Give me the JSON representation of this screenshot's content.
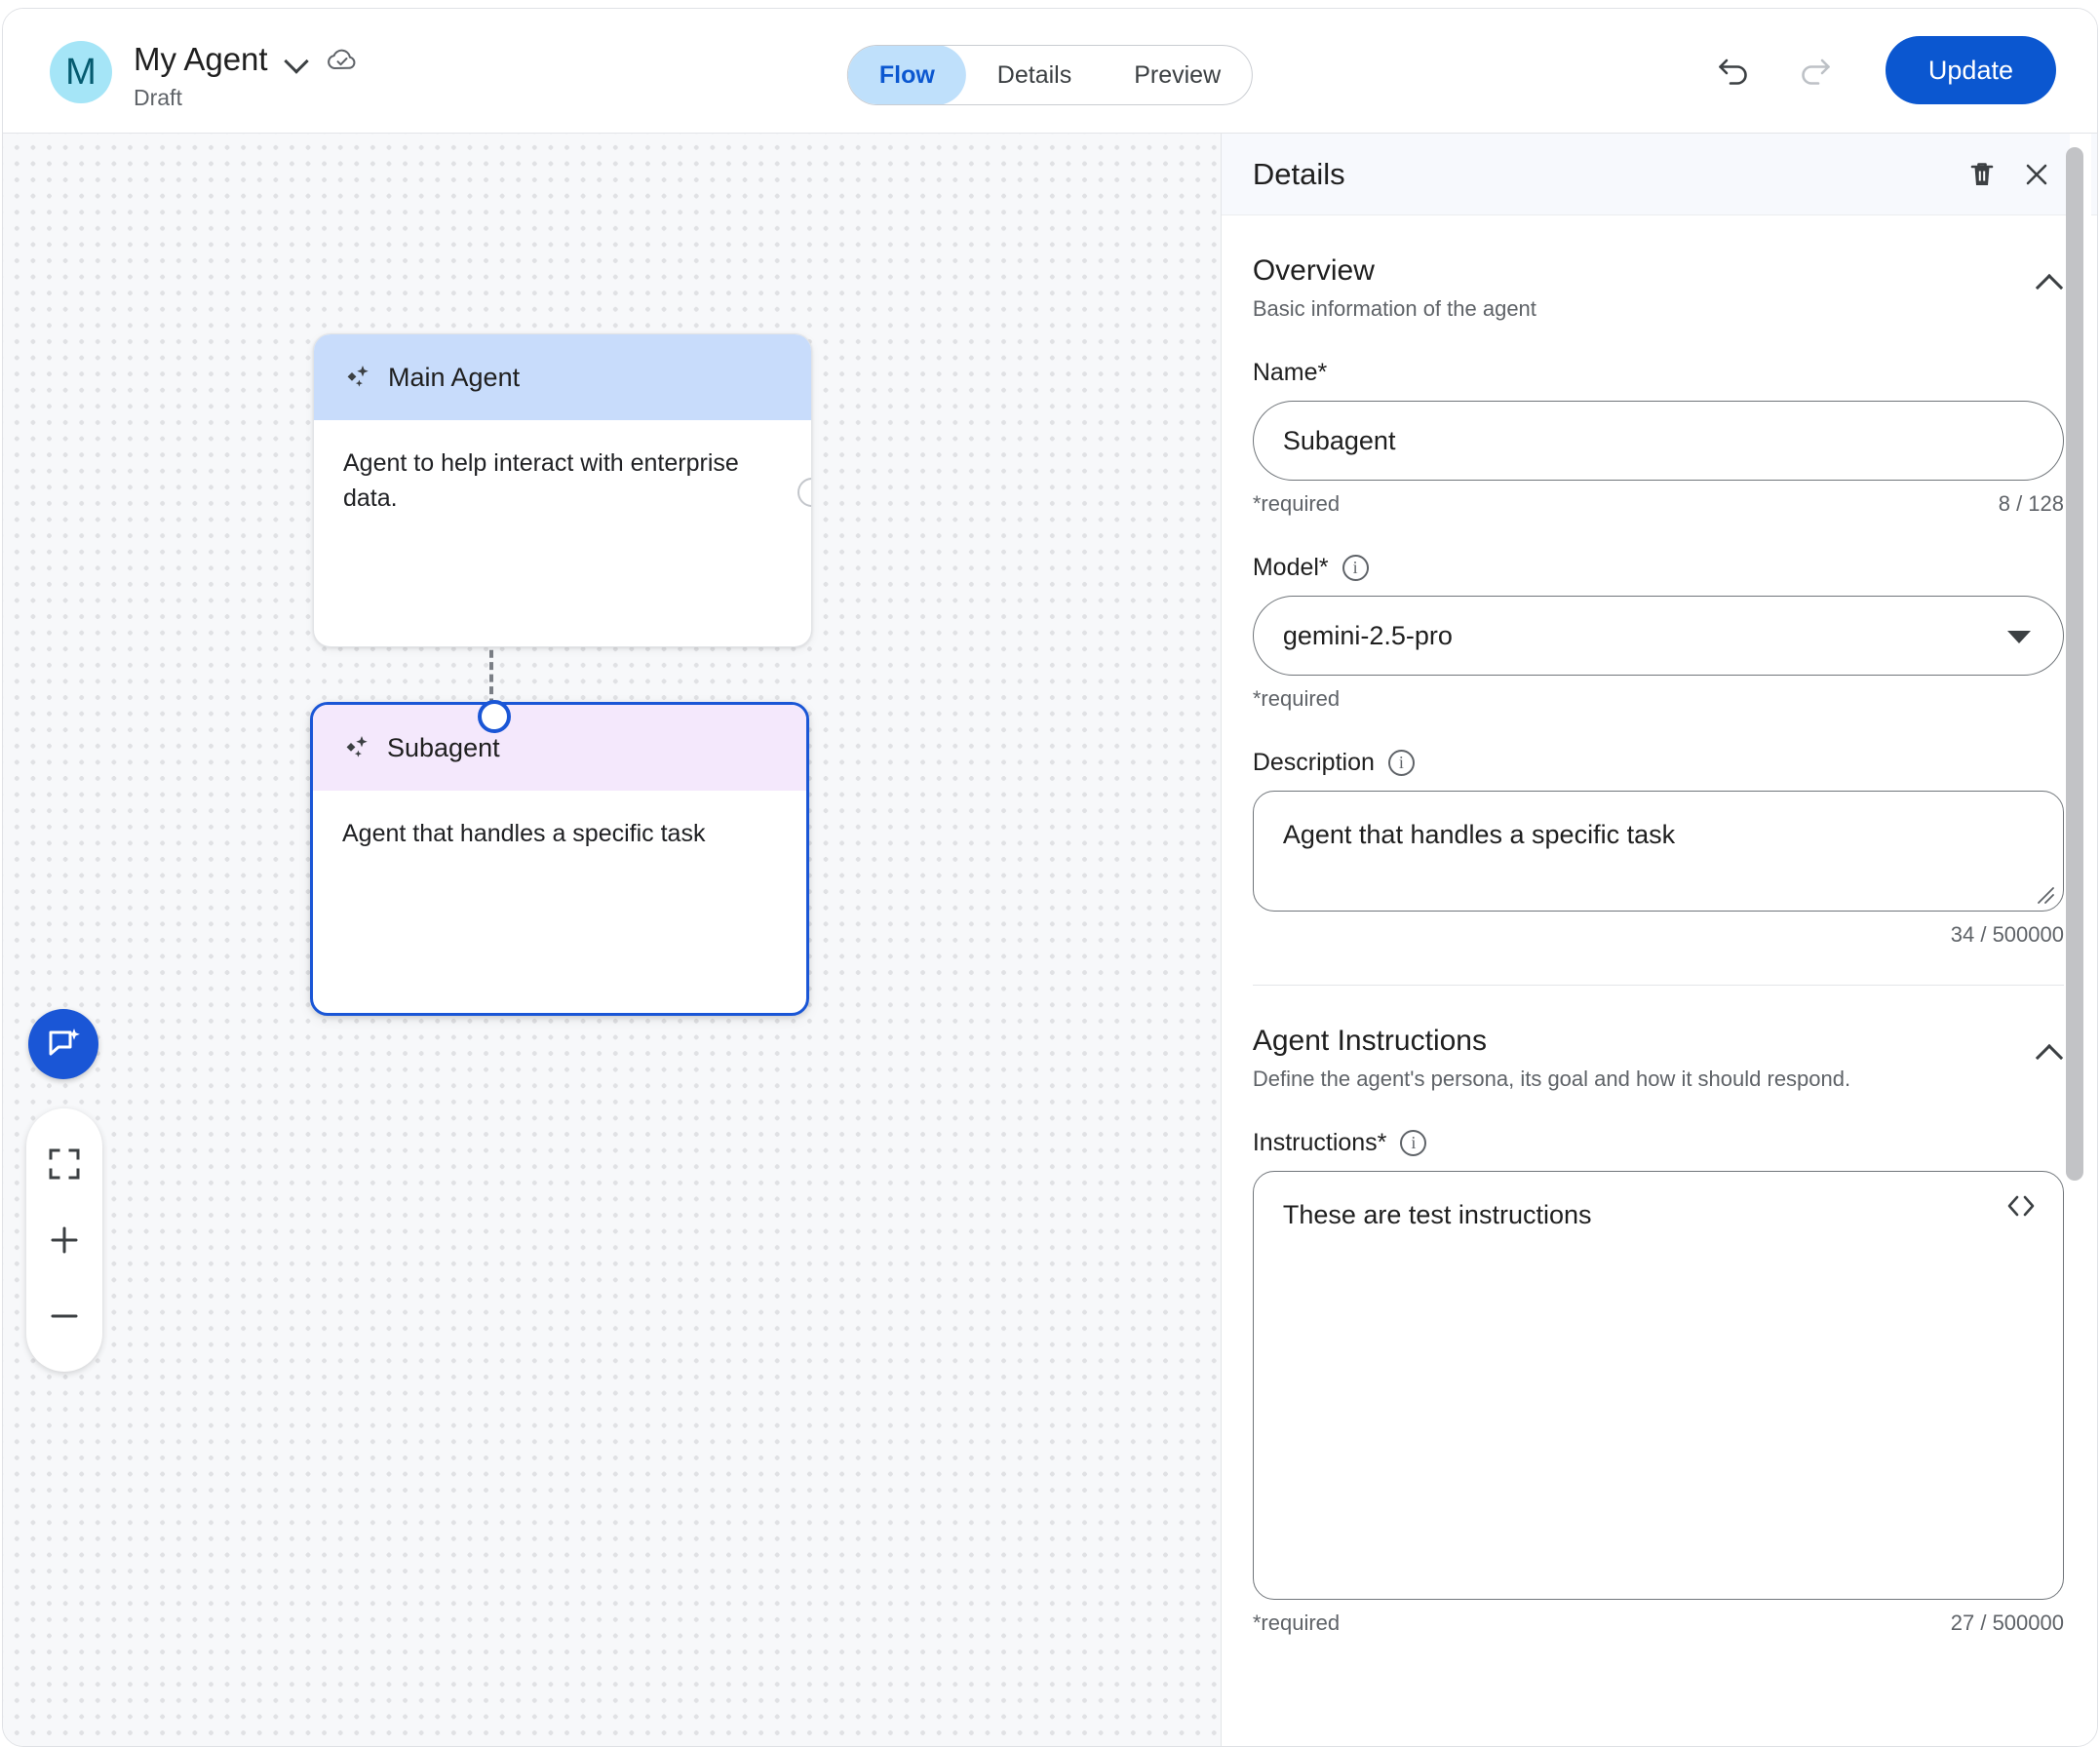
{
  "header": {
    "avatar_initial": "M",
    "agent_name": "My Agent",
    "status": "Draft",
    "dropdown_icon": "chevron-down-icon",
    "sync_icon": "cloud-check-icon",
    "tabs": [
      {
        "label": "Flow",
        "active": true
      },
      {
        "label": "Details",
        "active": false
      },
      {
        "label": "Preview",
        "active": false
      }
    ],
    "undo_icon": "undo-icon",
    "redo_icon": "redo-icon",
    "update_label": "Update"
  },
  "canvas": {
    "nodes": [
      {
        "title": "Main Agent",
        "description": "Agent to help interact with enterprise data.",
        "header_color": "#c8dcfb",
        "icon": "sparkle-icon",
        "selected": false
      },
      {
        "title": "Subagent",
        "description": "Agent that handles a specific task",
        "header_color": "#f4e8fc",
        "icon": "sparkle-icon",
        "selected": true
      }
    ],
    "controls": {
      "assistant_icon": "chat-sparkle-icon",
      "fit_icon": "fit-screen-icon",
      "zoom_in_icon": "plus-icon",
      "zoom_out_icon": "minus-icon"
    },
    "accent_color": "#1a56d6"
  },
  "details": {
    "title": "Details",
    "delete_icon": "trash-icon",
    "close_icon": "close-icon",
    "overview": {
      "title": "Overview",
      "subtitle": "Basic information of the agent",
      "collapse_icon": "chevron-up-icon",
      "name_label": "Name*",
      "name_value": "Subagent",
      "name_required": "*required",
      "name_counter": "8 / 128",
      "model_label": "Model*",
      "model_info_icon": "info-icon",
      "model_value": "gemini-2.5-pro",
      "model_required": "*required",
      "description_label": "Description",
      "description_info_icon": "info-icon",
      "description_value": "Agent that handles a specific task",
      "description_counter": "34 / 500000"
    },
    "instructions_section": {
      "title": "Agent Instructions",
      "subtitle": "Define the agent's persona, its goal and how it should respond.",
      "collapse_icon": "chevron-up-icon",
      "label": "Instructions*",
      "info_icon": "info-icon",
      "value": "These are test instructions",
      "code_icon": "code-brackets-icon",
      "required": "*required",
      "counter": "27 / 500000"
    }
  }
}
